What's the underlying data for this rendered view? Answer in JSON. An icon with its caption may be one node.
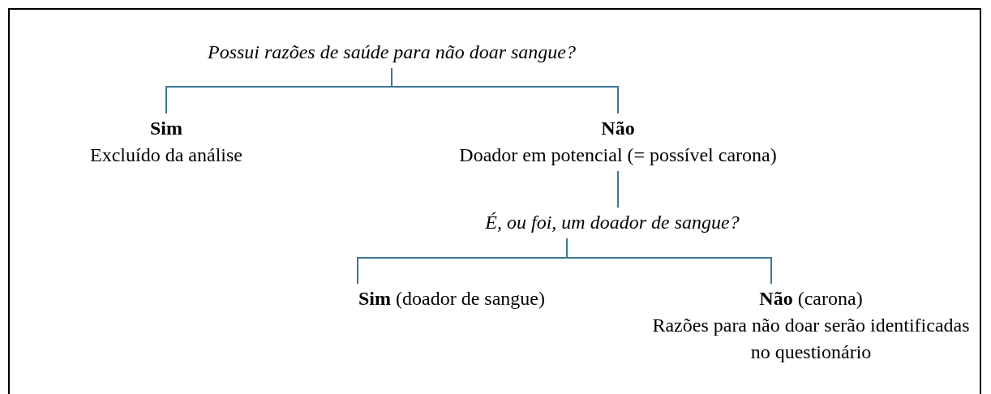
{
  "diagram": {
    "nodes": [
      {
        "text": [
          "Possui razões de saúde para não doar sangue?"
        ]
      },
      {
        "text": [
          "Sim",
          "Excluído da análise"
        ]
      },
      {
        "text": [
          "Não",
          "Doador em potencial (= possível carona)"
        ]
      },
      {
        "text": [
          "É, ou foi, um doador de sangue?"
        ]
      },
      {
        "text": [
          "**Sim** (doador de sangue)"
        ]
      },
      {
        "text": [
          "**Não** (carona)",
          "Razões para não doar serão identificadas no questionário"
        ]
      }
    ],
    "edges": [
      {
        "from": 0,
        "to": 1,
        "arrow": "none"
      },
      {
        "from": 0,
        "to": 2,
        "arrow": "none"
      },
      {
        "from": 2,
        "to": 3,
        "arrow": "none"
      },
      {
        "from": 3,
        "to": 4,
        "arrow": "none"
      },
      {
        "from": 3,
        "to": 5,
        "arrow": "none"
      }
    ]
  }
}
